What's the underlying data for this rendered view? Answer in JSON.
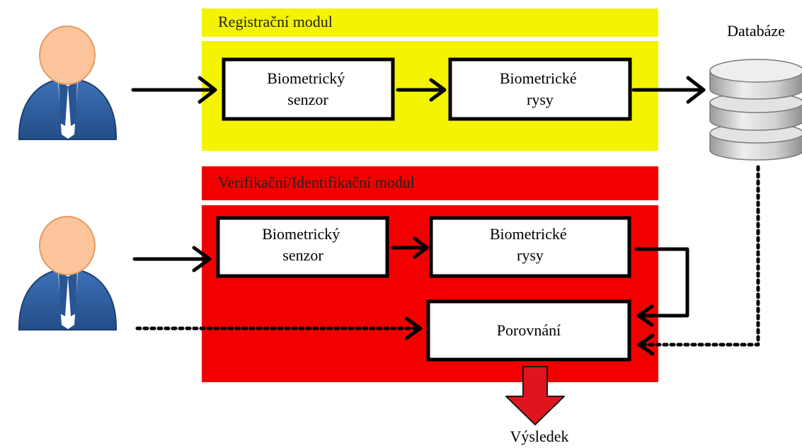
{
  "registration_module": {
    "title": "Registrační modul",
    "sensor": {
      "line1": "Biometrický",
      "line2": "senzor"
    },
    "features": {
      "line1": "Biometrické",
      "line2": "rysy"
    }
  },
  "verification_module": {
    "title": "Verifikační/Identifikační modul",
    "sensor": {
      "line1": "Biometrický",
      "line2": "senzor"
    },
    "features": {
      "line1": "Biometrické",
      "line2": "rysy"
    },
    "compare": "Porovnání"
  },
  "database_label": "Databáze",
  "result_label": "Výsledek",
  "colors": {
    "registration_bg": "#f4f400",
    "verification_bg": "#f20000",
    "result_arrow": "#e0141e",
    "user_suit": "#2f5e9e",
    "user_skin": "#fcc49a",
    "database": "#c9c9c9"
  },
  "icons": {
    "user": "user-icon",
    "database": "database-icon",
    "result_arrow": "down-arrow-icon"
  }
}
